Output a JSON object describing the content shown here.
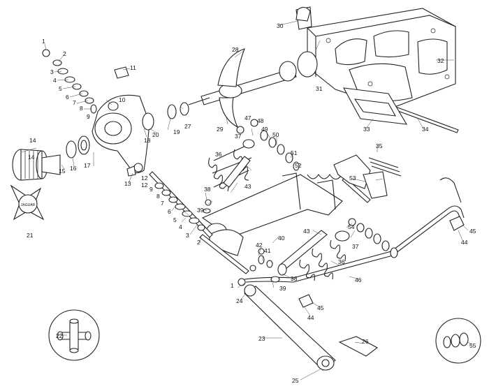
{
  "diagram": {
    "callouts": [
      "1",
      "2",
      "3",
      "4",
      "5",
      "6",
      "7",
      "8",
      "9",
      "10",
      "11",
      "12",
      "13",
      "14",
      "15",
      "16",
      "17",
      "18",
      "19",
      "20",
      "21",
      "22",
      "23",
      "24",
      "25",
      "26",
      "27",
      "28",
      "29",
      "30",
      "31",
      "32",
      "33",
      "34",
      "35",
      "36",
      "37",
      "38",
      "39",
      "40",
      "41",
      "42",
      "43",
      "44",
      "45",
      "46",
      "47",
      "48",
      "49",
      "50",
      "51",
      "52",
      "53",
      "54",
      "55",
      "1",
      "2",
      "3",
      "4",
      "5",
      "6",
      "7",
      "8",
      "9",
      "12",
      "14",
      "36",
      "37",
      "38",
      "39",
      "43",
      "44",
      "45"
    ],
    "emblem_text": "JAGUAR"
  }
}
